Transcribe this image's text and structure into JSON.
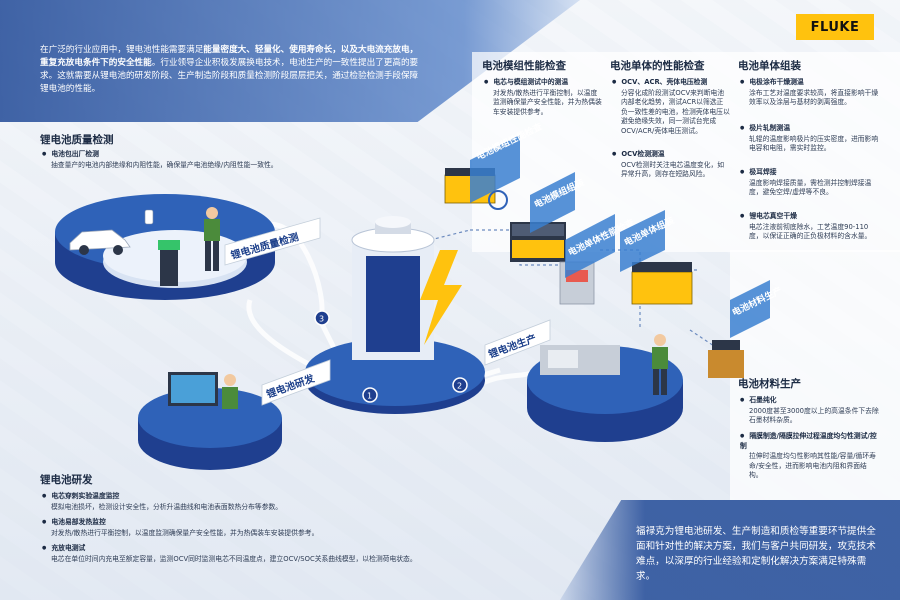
{
  "brand": {
    "logo_text": "FLUKE"
  },
  "intro": {
    "lead": "在广泛的行业应用中，锂电池性能需要满足",
    "bold1": "能量密度大、轻量化、使用寿命长，以及大电流充放电，重复充放电条件下的安全性能",
    "rest": "。行业领导企业积极发展换电技术，电池生产的一致性提出了更高的要求。这就需要从锂电池的研发阶段、生产制造阶段和质量检测阶段层层把关，通过检验检测手段保障锂电池的性能。"
  },
  "sections": {
    "quality": {
      "title": "锂电池质量检测",
      "items": [
        {
          "title": "电池包出厂检测",
          "desc": "抽查量产的电池内部绝缘和内阻性能，确保量产电池绝缘/内阻性能一致性。"
        }
      ]
    },
    "rnd": {
      "title": "锂电池研发",
      "items": [
        {
          "title": "电芯穿刺实验温度监控",
          "desc": "模拟电池损坏，检测设计安全性，分析升温曲线和电池表面数热分布等参数。"
        },
        {
          "title": "电池易部发热监控",
          "desc": "对发热/散热进行平衡控制，以温度监测确保量产安全性能，并为热偶装车安装提供参考。"
        },
        {
          "title": "充放电测试",
          "desc": "电芯在单位时间内充电至额定容量，监测OCV同时监测电芯不同温度点，建立OCV/SOC关系曲线模型，以检测荷电状态。"
        }
      ]
    },
    "module": {
      "title": "电池模组性能检查",
      "items": [
        {
          "title": "电芯与模组测试中的测温",
          "desc": "对发热/散热进行平衡控制，以温度监测确保量产安全性能，并为热偶装车安装提供参考。"
        }
      ]
    },
    "cell": {
      "title": "电池单体的性能检查",
      "items": [
        {
          "title": "OCV、ACR、壳体电压检测",
          "desc": "分容化成阶段测试OCV来判断电池内部老化趋势，测试ACR以筛选正负一致性差的电池，检测壳体电压以避免绝缘失效，同一测试台完成OCV/ACR/壳体电压测试。"
        },
        {
          "title": "OCV检测测温",
          "desc": "OCV检测时关注电芯温度变化，如异常升高，则存在短路风险。"
        }
      ]
    },
    "assembly": {
      "title": "电池单体组装",
      "items": [
        {
          "title": "电极涂布干燥测温",
          "desc": "涂布工艺对温度要求较高，将直接影响干燥效率以及涂层与基材的剥离强度。"
        },
        {
          "title": "极片轧制测温",
          "desc": "轧辊的温度影响极片的压实密度，进而影响电容和电阻，需实时监控。"
        },
        {
          "title": "极耳焊接",
          "desc": "温度影响焊接质量，需检测并控制焊接温度，避免空焊/虚焊等不良。"
        },
        {
          "title": "锂电芯真空干燥",
          "desc": "电芯注液前彻底除水，工艺温度90-110度，以保证正确的正负极材料的含水量。"
        }
      ]
    },
    "material": {
      "title": "电池材料生产",
      "items": [
        {
          "title": "石墨纯化",
          "desc": "2000度甚至3000度以上的高温条件下去除石墨材料杂质。"
        },
        {
          "title": "隔膜制造/隔膜拉伸过程温度均匀性测试/控制",
          "desc": "拉伸时温度均匀性影响其性能/容量/循环寿命/安全性，进而影响电池内阻和界面结构。"
        }
      ]
    }
  },
  "diagram_labels": {
    "quality_stage": "锂电池质量检测",
    "rnd_stage": "锂电池研发",
    "production_stage": "锂电池生产",
    "module_check": "电池模组性能检查",
    "module_assembly": "电池模组组装",
    "cell_check": "电池单体性能检查",
    "cell_assembly": "电池单体组装",
    "material": "电池材料生产",
    "step1": "1",
    "step2": "2",
    "step3": "3"
  },
  "closing": {
    "text": "福禄克为锂电池研发、生产制造和质检等重要环节提供全面和针对性的解决方案，我们与客户共同研发，攻克技术难点，以深厚的行业经验和定制化解决方案满足特殊需求。"
  },
  "colors": {
    "navy": "#1f3f8f",
    "blue": "#2f62b8",
    "accent_yellow": "#ffc20e",
    "label_blue": "#3a7fd0"
  }
}
